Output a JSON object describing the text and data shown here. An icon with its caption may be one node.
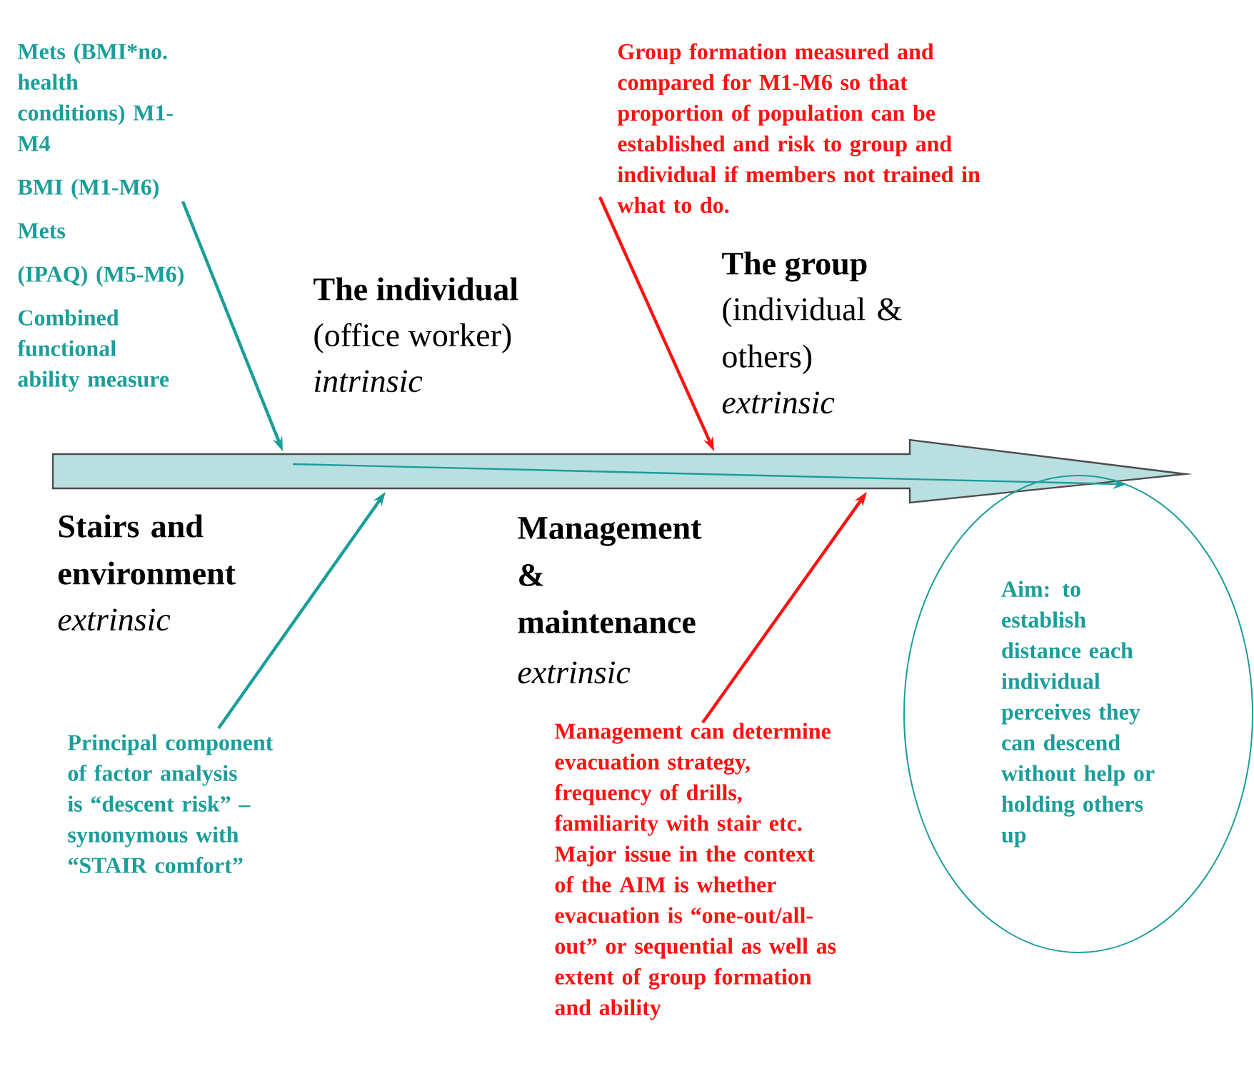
{
  "diagram": {
    "nodes": [
      {
        "text": [
          "Mets (BMI*no. health conditions) M1-M4",
          "BMI (M1-M6)",
          "Mets",
          "(IPAQ) (M5-M6)",
          "Combined functional ability measure"
        ]
      },
      {
        "text": [
          "Group formation measured and compared for M1-M6 so that proportion of population can be established and risk to group and individual if members not trained in what to do."
        ]
      },
      {
        "text": [],
        "shape": "arrow"
      },
      {
        "text": [
          "Principal component of factor analysis is “descent risk” – synonymous with “STAIR comfort”"
        ]
      },
      {
        "text": [
          "Management can determine evacuation strategy, frequency of drills, familiarity with stair etc. Major issue in the context of the AIM is whether evacuation is “one-out/all-out” or sequential as well as extent of group formation and ability"
        ]
      },
      {
        "text": [
          "Aim: to establish distance each individual perceives they can descend without help or holding others up"
        ]
      }
    ],
    "edges": [
      {
        "from": 0,
        "to": 2,
        "arrow": "to"
      },
      {
        "from": 1,
        "to": 2,
        "arrow": "to",
        "color": "#ff1111"
      },
      {
        "from": 3,
        "to": 2,
        "arrow": "to"
      },
      {
        "from": 4,
        "to": 2,
        "arrow": "to",
        "color": "#ff1111"
      },
      {
        "from": 2,
        "to": 5,
        "arrow": "to"
      }
    ],
    "labels": [
      "The individual",
      "(office worker)",
      "intrinsic",
      "The group",
      "(individual & others)",
      "extrinsic",
      "Stairs and environment",
      "extrinsic",
      "Management & maintenance",
      "extrinsic"
    ]
  }
}
